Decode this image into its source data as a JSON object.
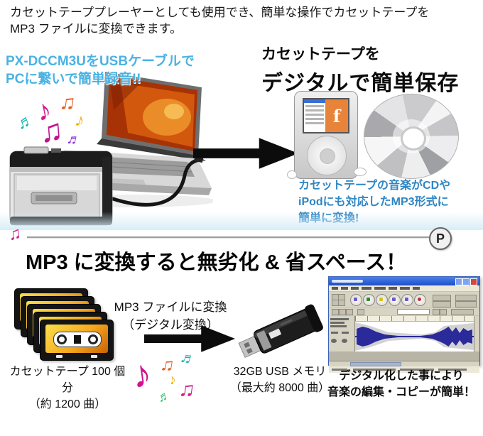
{
  "intro": {
    "line1": "カセットテーププレーヤーとしても使用でき、簡単な操作でカセットテープを",
    "line2": "MP3 ファイルに変換できます。"
  },
  "record_section": {
    "caption_line1": "PX-DCCM3UをUSBケーブルで",
    "caption_line2": "PCに繋いで簡単録音!!"
  },
  "save_section": {
    "title_small": "カセットテープを",
    "title_large": "デジタルで簡単保存",
    "note_line1": "カセットテープの音楽がCDや",
    "note_line2": "iPodにも対応したMP3形式に",
    "note_line3": "簡単に変換!"
  },
  "divider": {
    "logo_letter": "P"
  },
  "mp3_section": {
    "heading": "MP3 に変換すると無劣化 & 省スペース！",
    "cassette_caption_line1": "カセットテープ 100 個分",
    "cassette_caption_line2": "（約 1200 曲）",
    "convert_label_line1": "MP3 ファイルに変換",
    "convert_label_line2": "（デジタル変換）",
    "usb_caption_line1": "32GB USB メモリ",
    "usb_caption_line2": "（最大約 8000 曲）",
    "edit_caption_line1": "デジタル化した事により",
    "edit_caption_line2": "音楽の編集・コピーが簡単！"
  },
  "icons": {
    "music_note": "♪",
    "beamed_notes": "♫",
    "beamed_sixteenth_notes": "♬",
    "ipod_album_art_letter": "f"
  },
  "colors": {
    "record_caption_blue": "#4ab2e3",
    "save_note_blue": "#2e86c4",
    "arrow_black": "#0c0c0c",
    "cassette_label_orange": "#f6a81e",
    "note_magenta": "#d6188f",
    "ipod_screen_orange": "#e8833a",
    "audacity_titlebar_blue": "#2f63d6",
    "audacity_wave_blue": "#2a2a9a"
  }
}
